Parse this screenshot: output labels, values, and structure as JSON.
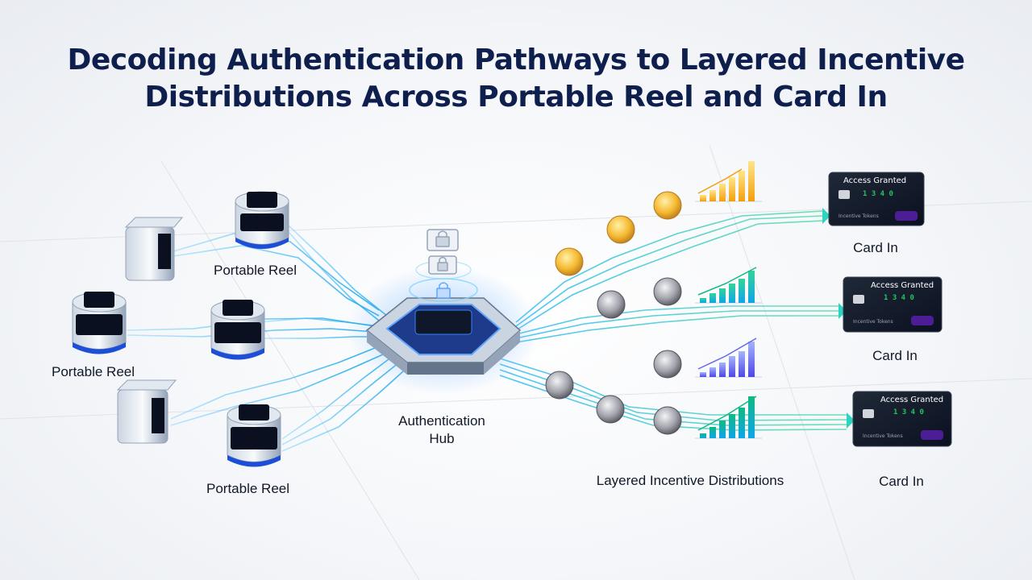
{
  "title": {
    "line1": "Decoding Authentication Pathways to Layered Incentive",
    "line2": "Distributions Across Portable Reel and Card In"
  },
  "labels": {
    "portable_reel_top": "Portable Reel",
    "portable_reel_left": "Portable Reel",
    "portable_reel_bottom": "Portable Reel",
    "hub_line1": "Authentication",
    "hub_line2": "Hub",
    "incentives": "Layered Incentive Distributions",
    "card_in_1": "Card In",
    "card_in_2": "Card In",
    "card_in_3": "Card In"
  },
  "cards": [
    {
      "status": "Access Granted",
      "amount": "1 3 4 0",
      "chip_text": "Incentive Tokens"
    },
    {
      "status": "Access Granted",
      "amount": "1 3 4 0",
      "chip_text": "Incentive Tokens"
    },
    {
      "status": "Access Granted",
      "amount": "1 3 4 0",
      "chip_text": "Incentive Tokens"
    }
  ],
  "colors": {
    "title": "#0f1f4d",
    "flow_blue": "#38bdf8",
    "flow_green": "#34d399",
    "gold": "#f5b82e",
    "silver": "#9ca3af",
    "bar_purple": "#6366f1",
    "bar_green": "#10b981",
    "hub_glow": "#3b82f6"
  },
  "icons": [
    "lock-icon",
    "coin-icon",
    "bar-chart-icon",
    "credit-card-icon",
    "reel-device-icon"
  ]
}
